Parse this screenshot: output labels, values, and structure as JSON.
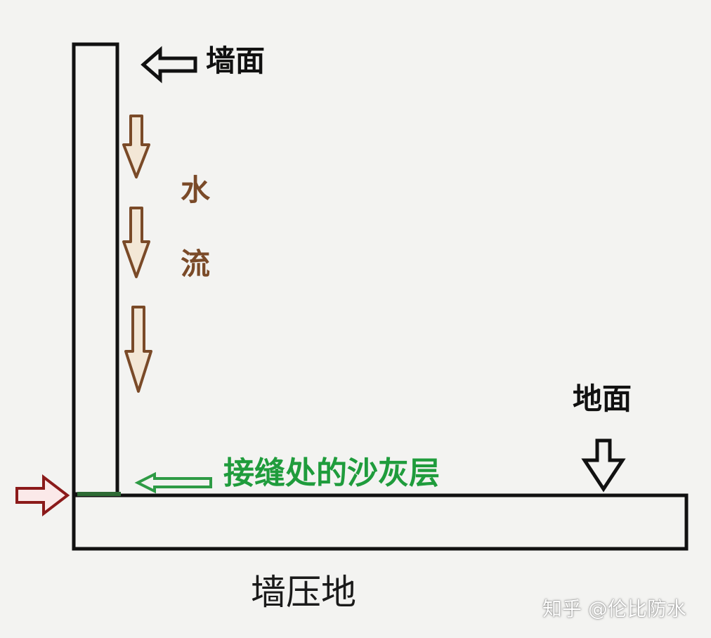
{
  "labels": {
    "wall": "墙面",
    "water_1": "水",
    "water_2": "流",
    "floor": "地面",
    "joint": "接缝处的沙灰层",
    "caption": "墙压地"
  },
  "watermark": "知乎 @伦比防水",
  "colors": {
    "background": "#f3f3f1",
    "outline": "#111111",
    "water_arrow": "#7a4a28",
    "water_arrow_fill": "#f3e7d6",
    "joint_text": "#1f9c3c",
    "joint_line": "#2e6b35",
    "edge_arrow": "#8b1a1a",
    "edge_arrow_fill": "#fbe9e9"
  }
}
